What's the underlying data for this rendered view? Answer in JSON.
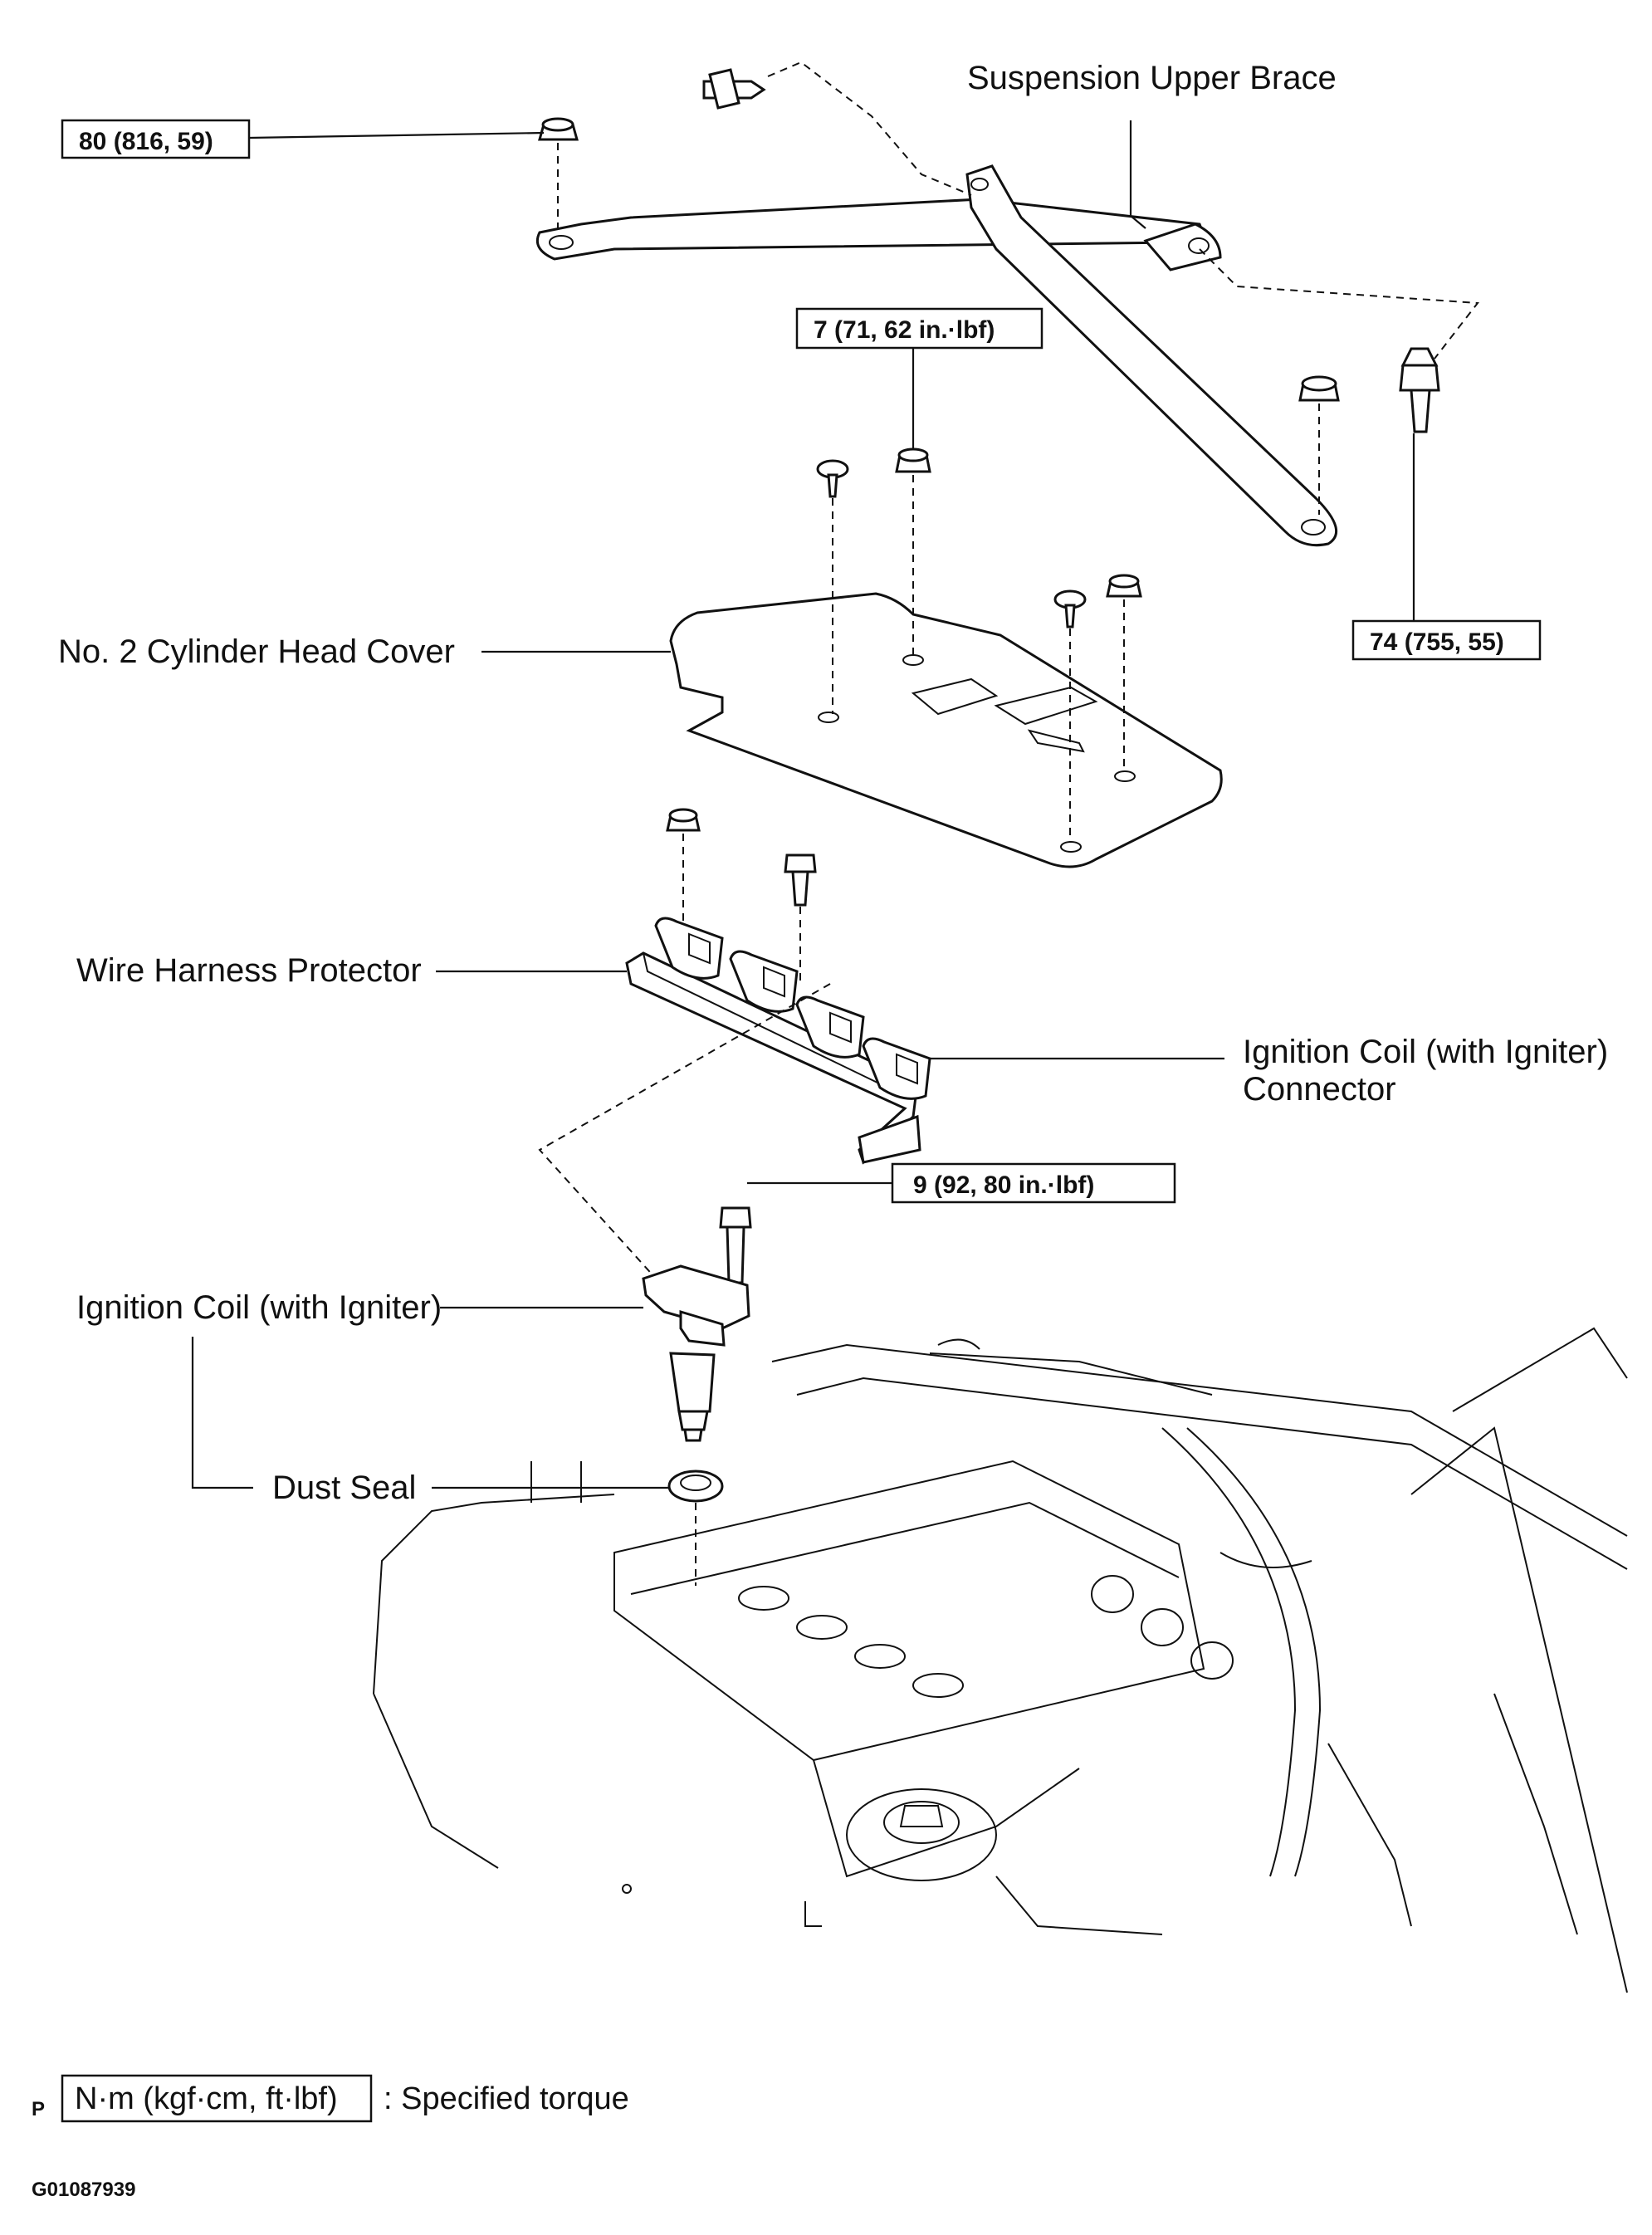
{
  "labels": {
    "suspension_upper_brace": "Suspension Upper Brace",
    "cylinder_head_cover": "No. 2 Cylinder Head Cover",
    "wire_harness_protector": "Wire Harness Protector",
    "ignition_coil_connector_line1": "Ignition Coil (with Igniter)",
    "ignition_coil_connector_line2": "Connector",
    "ignition_coil": "Ignition Coil (with Igniter)",
    "dust_seal": "Dust Seal"
  },
  "torques": {
    "brace_nut": "80 (816, 59)",
    "cover_nut": "7 (71, 62 in.·lbf)",
    "brace_bolt": "74 (755, 55)",
    "coil_bolt": "9 (92, 80 in.·lbf)"
  },
  "legend": {
    "prefix": "P",
    "unit_box": "N·m (kgf·cm, ft·lbf)",
    "description": ": Specified torque"
  },
  "figure_id": "G01087939"
}
